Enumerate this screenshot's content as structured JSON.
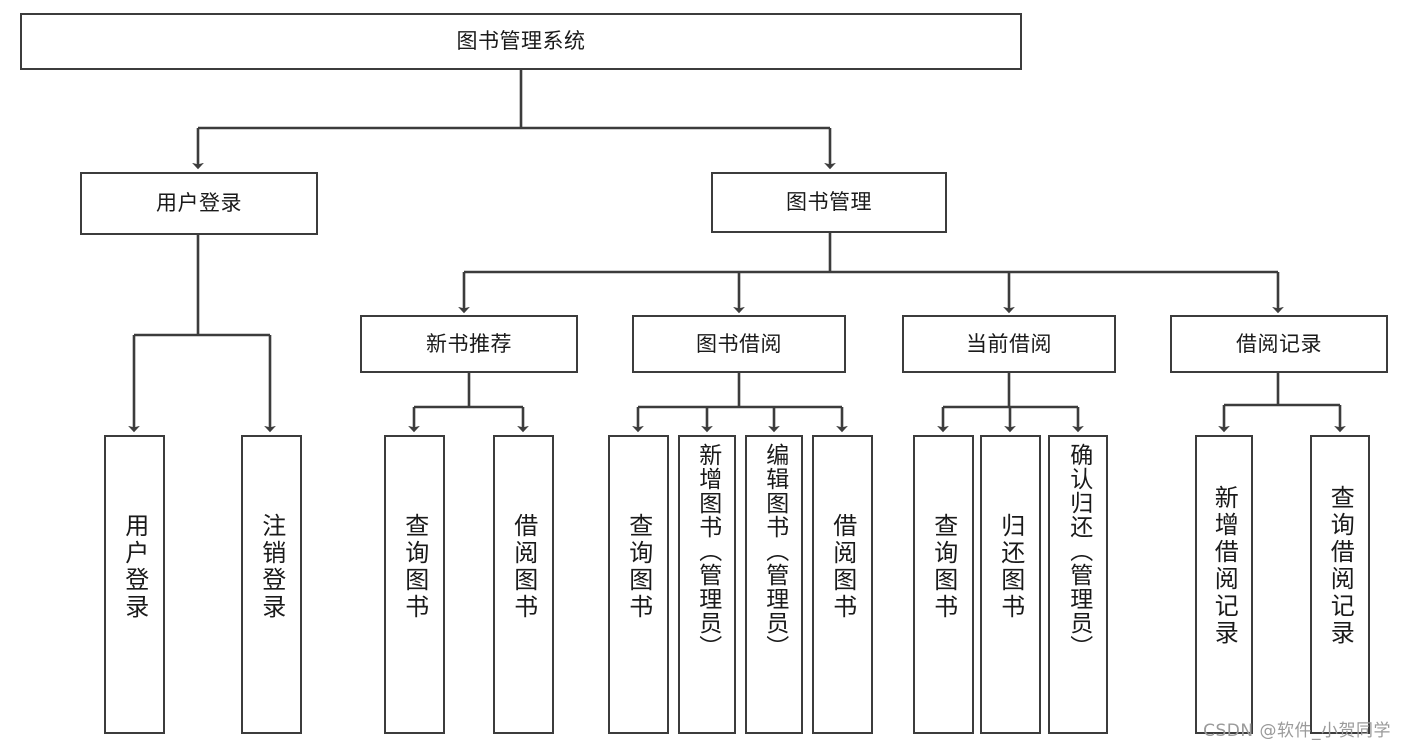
{
  "diagram": {
    "title_node": {
      "label": "图书管理系统"
    },
    "level2": [
      {
        "id": "user-login",
        "label": "用户登录"
      },
      {
        "id": "book-manage",
        "label": "图书管理"
      }
    ],
    "level3": [
      {
        "id": "new-book-rec",
        "label": "新书推荐"
      },
      {
        "id": "book-borrow",
        "label": "图书借阅"
      },
      {
        "id": "current-borrow",
        "label": "当前借阅"
      },
      {
        "id": "borrow-record",
        "label": "借阅记录"
      }
    ],
    "leaves": {
      "user_login": [
        {
          "id": "leaf-user-login",
          "label": "用户登录"
        },
        {
          "id": "leaf-logout",
          "label": "注销登录"
        }
      ],
      "new_book_rec": [
        {
          "id": "leaf-query-book-1",
          "label": "查询图书"
        },
        {
          "id": "leaf-borrow-book-1",
          "label": "借阅图书"
        }
      ],
      "book_borrow": [
        {
          "id": "leaf-query-book-2",
          "label": "查询图书"
        },
        {
          "id": "leaf-add-book",
          "label": "新增图书（管理员）"
        },
        {
          "id": "leaf-edit-book",
          "label": "编辑图书（管理员）"
        },
        {
          "id": "leaf-borrow-book-2",
          "label": "借阅图书"
        }
      ],
      "current_borrow": [
        {
          "id": "leaf-query-book-3",
          "label": "查询图书"
        },
        {
          "id": "leaf-return-book",
          "label": "归还图书"
        },
        {
          "id": "leaf-confirm-return",
          "label": "确认归还（管理员）"
        }
      ],
      "borrow_record": [
        {
          "id": "leaf-add-record",
          "label": "新增借阅记录"
        },
        {
          "id": "leaf-query-record",
          "label": "查询借阅记录"
        }
      ]
    }
  },
  "watermark": {
    "text": "CSDN @软件_小贺同学"
  },
  "colors": {
    "border": "#3c3c3c",
    "background": "#ffffff",
    "text": "#1a1a1a",
    "watermark": "#9a9a9a"
  }
}
